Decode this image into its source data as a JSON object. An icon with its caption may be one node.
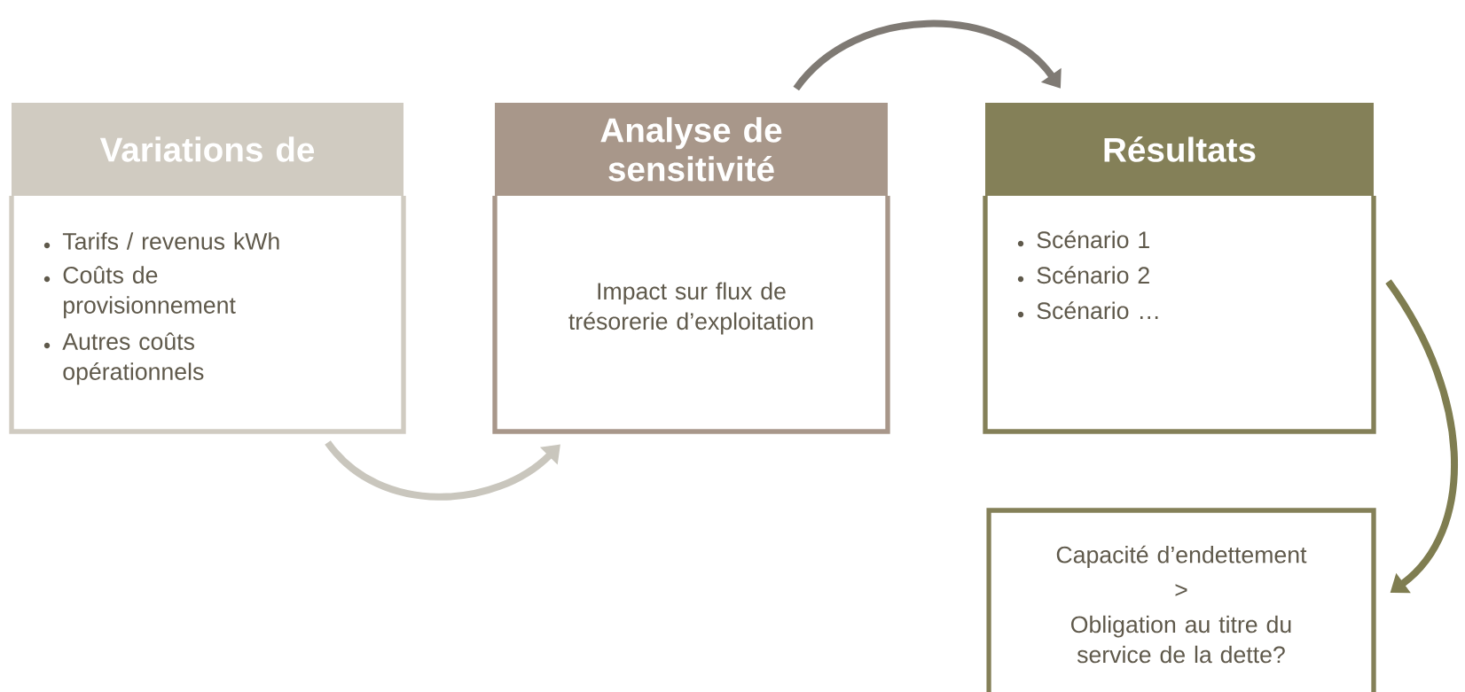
{
  "diagram": {
    "nodes": [
      {
        "text": [
          "Variations de",
          "Tarifs / revenus kWh",
          "Coûts de provisionnement",
          "Autres coûts opérationnels"
        ]
      },
      {
        "text": [
          "Analyse de sensitivité",
          "Impact sur flux de trésorerie d’exploitation"
        ]
      },
      {
        "text": [
          "Résultats",
          "Scénario 1",
          "Scénario 2",
          "Scénario …"
        ]
      },
      {
        "text": [
          "Capacité d’endettement",
          ">",
          "Obligation au titre du service de la dette?"
        ]
      }
    ],
    "edges": [
      {
        "from": 0,
        "to": 1,
        "arrow": "to",
        "color": "#c9c6bd"
      },
      {
        "from": 1,
        "to": 2,
        "arrow": "to",
        "color": "#7f7a74"
      },
      {
        "from": 2,
        "to": 3,
        "arrow": "to",
        "color": "#7f7d50"
      }
    ]
  }
}
